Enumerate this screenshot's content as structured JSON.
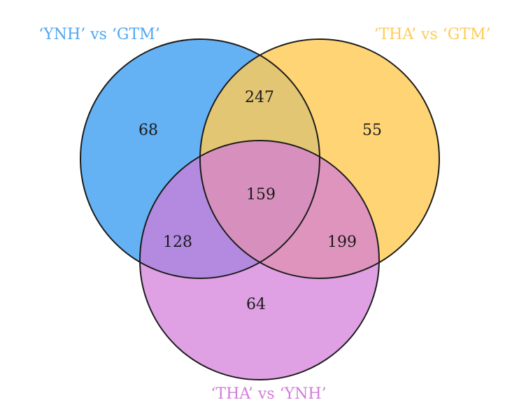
{
  "sets": [
    {
      "key": "A",
      "label": "‘YNH’ vs ‘GTM’",
      "color": "#4EA6F2"
    },
    {
      "key": "B",
      "label": "‘THA’ vs ‘GTM’",
      "color": "#FFCB57"
    },
    {
      "key": "C",
      "label": "‘THA’ vs ‘YNH’",
      "color": "#D27CDA"
    }
  ],
  "regions": {
    "a_only": "68",
    "b_only": "55",
    "c_only": "64",
    "ab": "247",
    "ac": "128",
    "bc": "199",
    "abc": "159"
  }
}
